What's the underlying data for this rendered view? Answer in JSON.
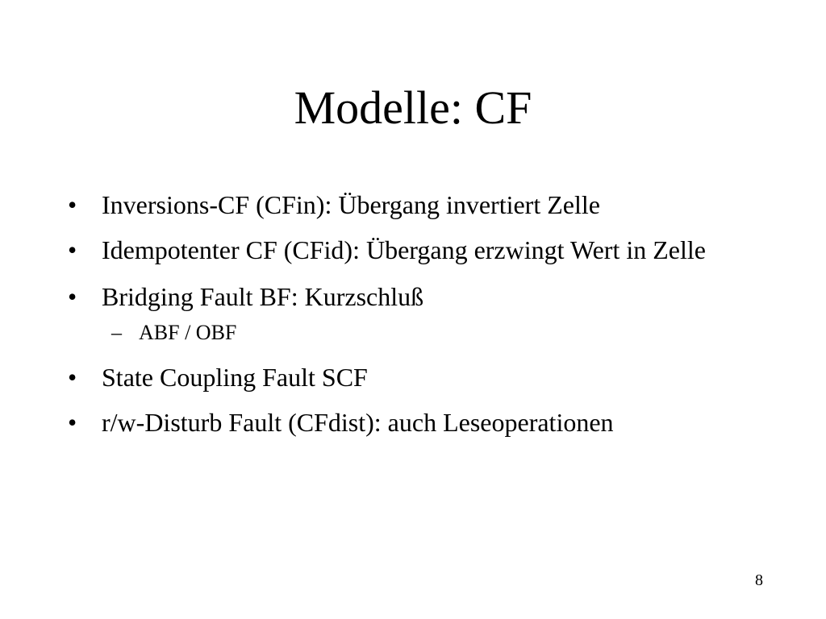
{
  "slide": {
    "title": "Modelle: CF",
    "bullets": [
      "Inversions-CF (CFin): Übergang invertiert Zelle",
      "Idempotenter CF (CFid): Übergang erzwingt Wert in Zelle",
      "Bridging Fault BF: Kurzschluß",
      "State Coupling Fault SCF",
      "r/w-Disturb Fault (CFdist): auch Leseoperationen"
    ],
    "subbullets": [
      "ABF / OBF"
    ],
    "bullet_marker": "•",
    "subbullet_marker": "–",
    "page_number": "8"
  }
}
